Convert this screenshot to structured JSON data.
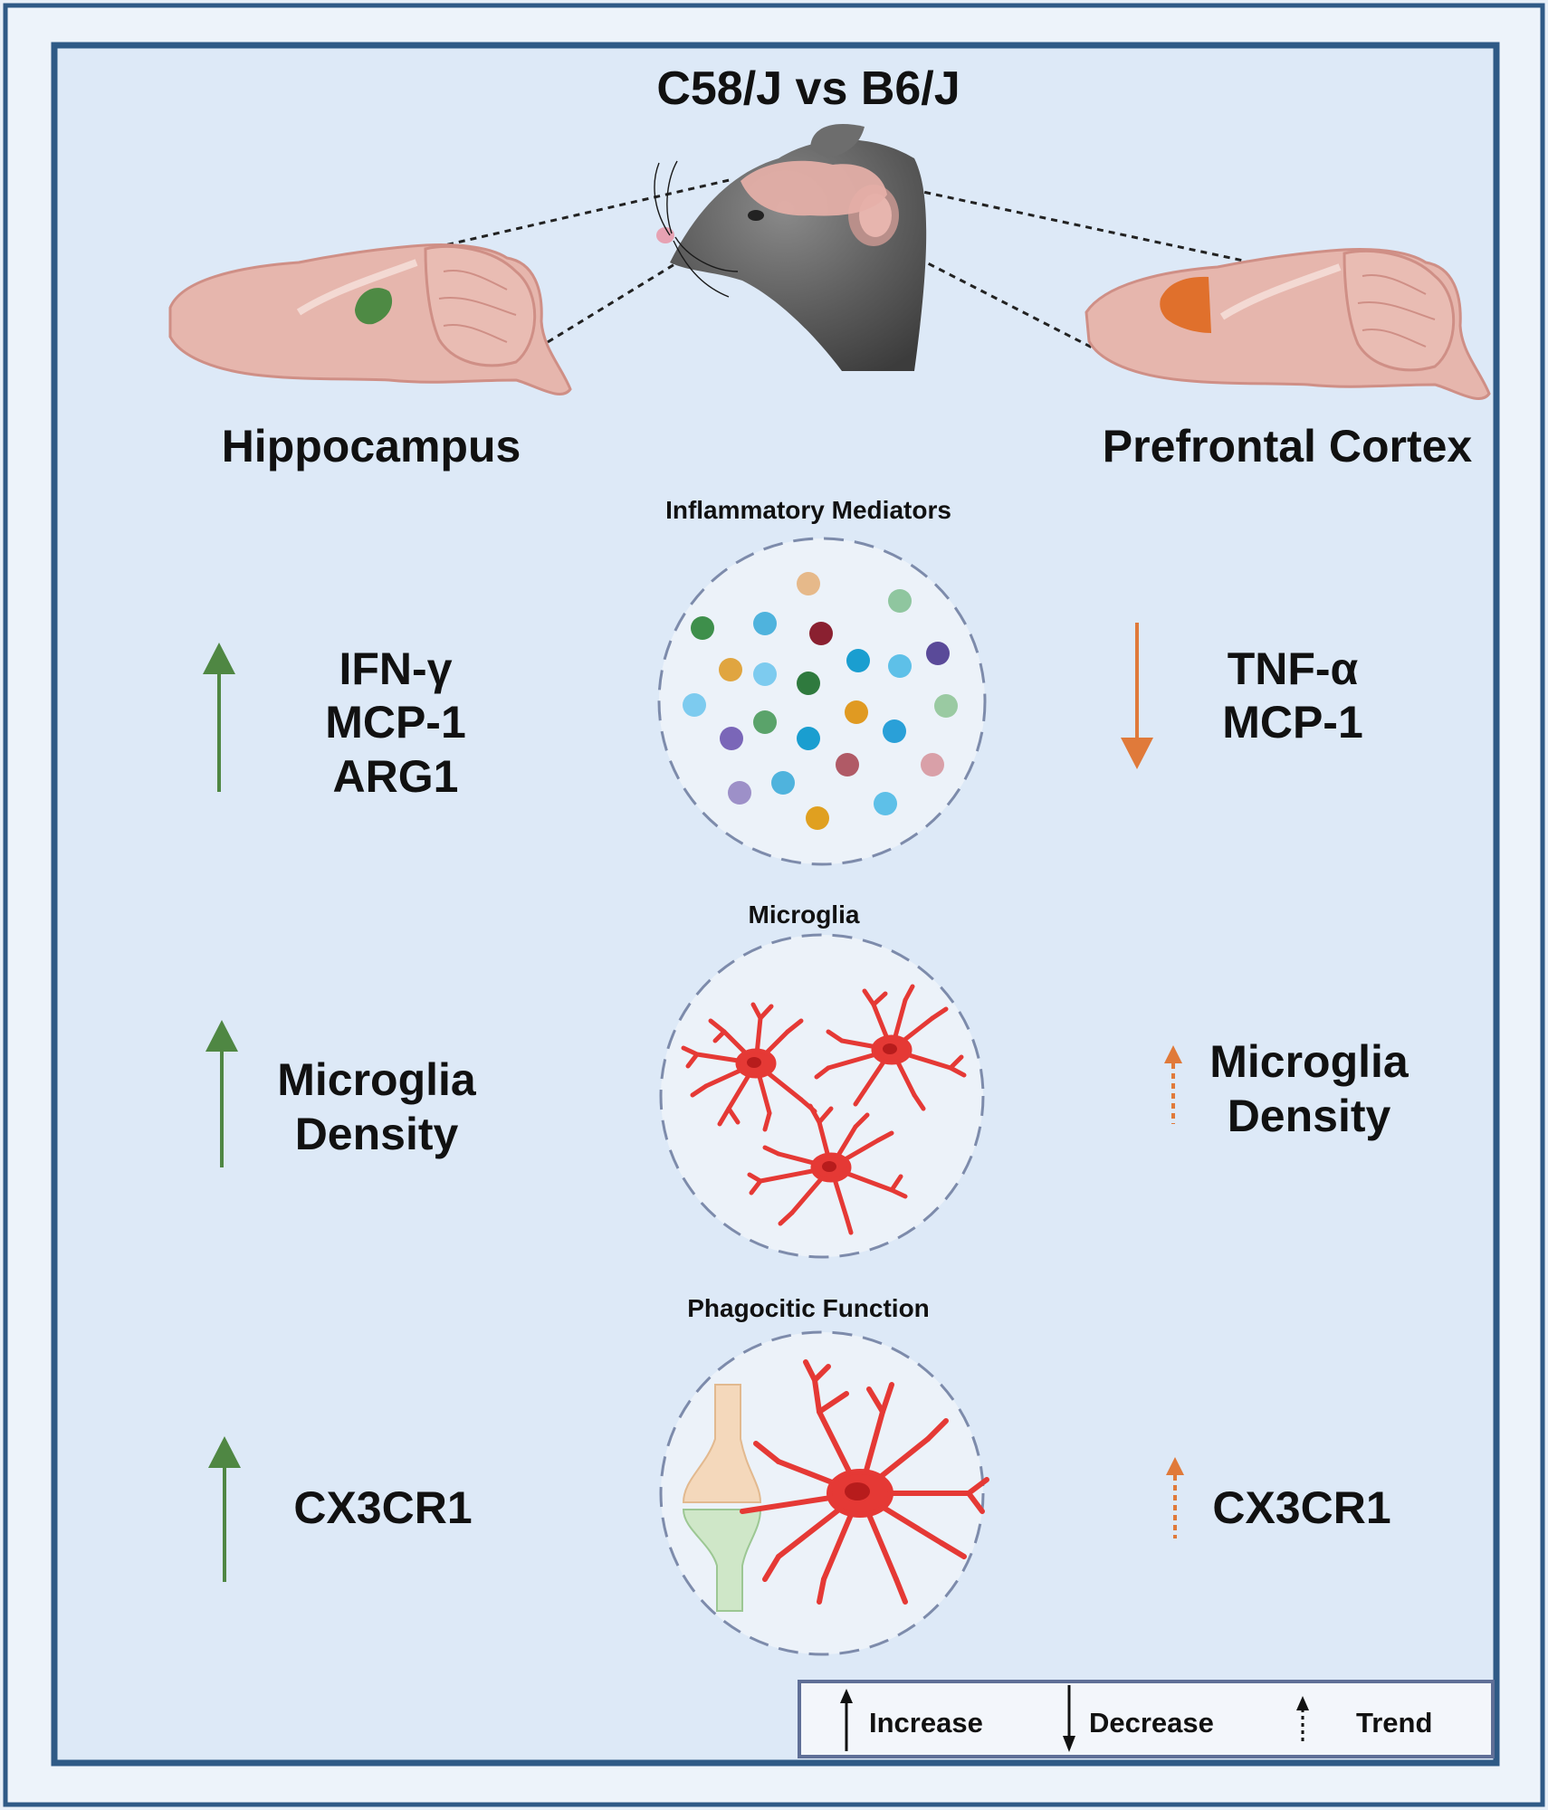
{
  "title": "C58/J vs B6/J",
  "regions": {
    "left": "Hippocampus",
    "right": "Prefrontal Cortex"
  },
  "sections": [
    {
      "heading": "Inflammatory Mediators",
      "left_lines": [
        "IFN-γ",
        "MCP-1",
        "ARG1"
      ],
      "left_effect": "increase",
      "right_lines": [
        "TNF-α",
        "MCP-1"
      ],
      "right_effect": "decrease"
    },
    {
      "heading": "Microglia",
      "left_lines": [
        "Microglia",
        "Density"
      ],
      "left_effect": "increase",
      "right_lines": [
        "Microglia",
        "Density"
      ],
      "right_effect": "trend"
    },
    {
      "heading": "Phagocitic Function",
      "left_lines": [
        "CX3CR1"
      ],
      "left_effect": "increase",
      "right_lines": [
        "CX3CR1"
      ],
      "right_effect": "trend"
    }
  ],
  "legend": {
    "increase": "Increase",
    "decrease": "Decrease",
    "trend": "Trend"
  },
  "colors": {
    "frame": "#2f5a86",
    "panel": "#dde9f7",
    "increase_arrow": "#4f8743",
    "decrease_arrow": "#e07a3a",
    "brain": "#e6b6ad",
    "hippocampus_region": "#4e8a44",
    "pfc_region": "#e0702c",
    "microglia": "#e53935"
  }
}
